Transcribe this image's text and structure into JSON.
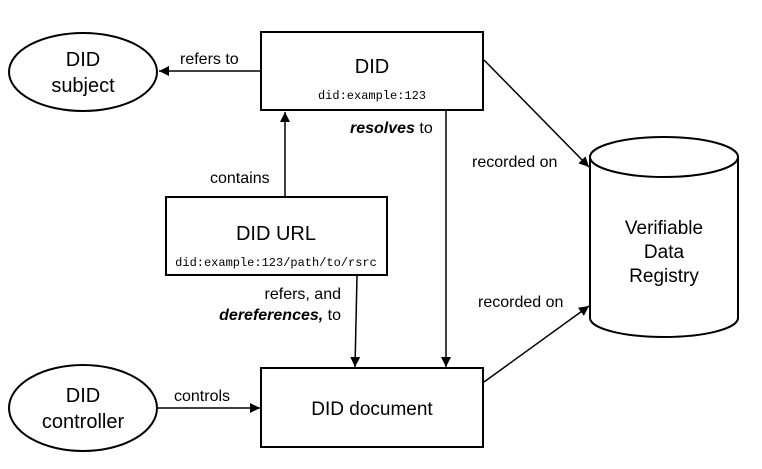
{
  "nodes": {
    "did_subject": {
      "line1": "DID",
      "line2": "subject"
    },
    "did": {
      "title": "DID",
      "example": "did:example:123"
    },
    "did_url": {
      "title": "DID URL",
      "example": "did:example:123/path/to/rsrc"
    },
    "did_controller": {
      "line1": "DID",
      "line2": "controller"
    },
    "did_document": {
      "title": "DID document"
    },
    "registry": {
      "line1": "Verifiable",
      "line2": "Data",
      "line3": "Registry"
    }
  },
  "edges": {
    "refers_to": "refers to",
    "resolves_bold": "resolves",
    "resolves_rest": " to",
    "contains": "contains",
    "recorded_on_did": "recorded on",
    "recorded_on_doc": "recorded on",
    "refers_and": "refers, and",
    "dereferences_bold": "dereferences,",
    "dereferences_rest": " to",
    "controls": "controls"
  }
}
